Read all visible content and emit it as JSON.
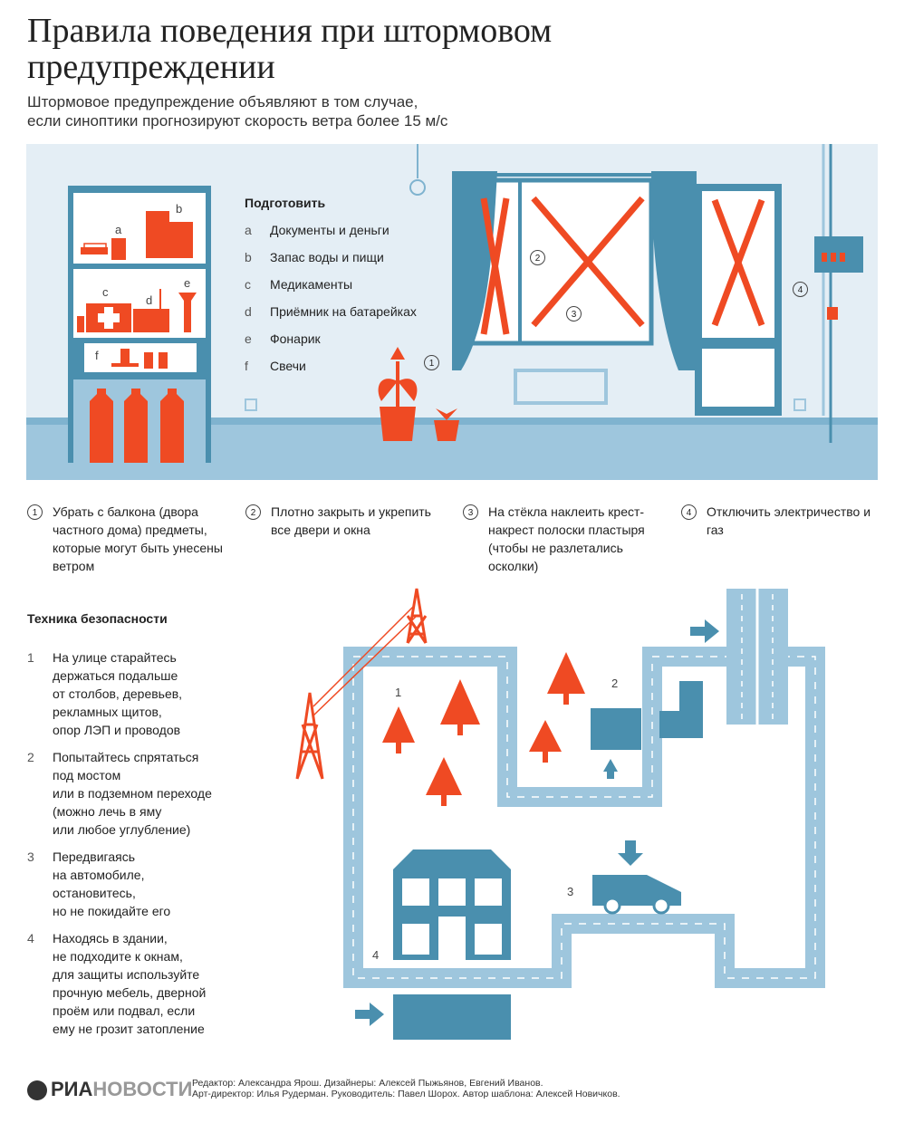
{
  "title_line1": "Правила поведения при штормовом",
  "title_line2": "предупреждении",
  "subtitle_line1": "Штормовое предупреждение объявляют в том случае,",
  "subtitle_line2": "если синоптики прогнозируют скорость ветра более 15 м/с",
  "room": {
    "shelf_labels": [
      "a",
      "b",
      "c",
      "d",
      "e",
      "f"
    ],
    "markers": [
      "1",
      "2",
      "3",
      "4"
    ]
  },
  "prepare": {
    "title": "Подготовить",
    "items": [
      {
        "letter": "a",
        "text": "Документы и деньги"
      },
      {
        "letter": "b",
        "text": "Запас воды и пищи"
      },
      {
        "letter": "c",
        "text": "Медикаменты"
      },
      {
        "letter": "d",
        "text": "Приёмник на батарейках"
      },
      {
        "letter": "e",
        "text": "Фонарик"
      },
      {
        "letter": "f",
        "text": "Свечи"
      }
    ]
  },
  "steps": [
    {
      "num": "1",
      "text": "Убрать с балкона (двора частного дома) предметы, которые могут быть унесены ветром"
    },
    {
      "num": "2",
      "text": "Плотно закрыть и укрепить все двери и окна"
    },
    {
      "num": "3",
      "text": "На стёкла наклеить крест-накрест полоски пластыря (чтобы не разлетались осколки)"
    },
    {
      "num": "4",
      "text": "Отключить электричество и газ"
    }
  ],
  "safety": {
    "title": "Техника безопасности",
    "rules": [
      {
        "num": "1",
        "lines": [
          "На улице старайтесь",
          "держаться подальше",
          "от столбов, деревьев,",
          "рекламных щитов,",
          "опор ЛЭП и проводов"
        ]
      },
      {
        "num": "2",
        "lines": [
          "Попытайтесь спрятаться",
          "под мостом",
          "или в подземном переходе",
          "(можно лечь в яму",
          "или любое углубление)"
        ]
      },
      {
        "num": "3",
        "lines": [
          "Передвигаясь",
          "на автомобиле,",
          "остановитесь,",
          "но не покидайте его"
        ]
      },
      {
        "num": "4",
        "lines": [
          "Находясь в здании,",
          "не подходите к окнам,",
          "для защиты используйте",
          "прочную мебель, дверной",
          "проём или подвал, если",
          "ему не грозит затопление"
        ]
      }
    ],
    "map_labels": [
      "1",
      "2",
      "3",
      "4"
    ]
  },
  "footer": {
    "logo_ria": "РИА",
    "logo_novosti": "НОВОСТИ",
    "credits_line1": "Редактор: Александра Ярош. Дизайнеры: Алексей Пыжьянов, Евгений Иванов.",
    "credits_line2": "Арт-директор: Илья Рудерман. Руководитель: Павел Шорох. Автор шаблона: Алексей Новичков."
  },
  "colors": {
    "orange": "#ef4a23",
    "blue": "#4a8fae",
    "light_blue": "#9ec6dd",
    "wall": "#e4eef5",
    "dark_blue": "#3b7f9f"
  }
}
